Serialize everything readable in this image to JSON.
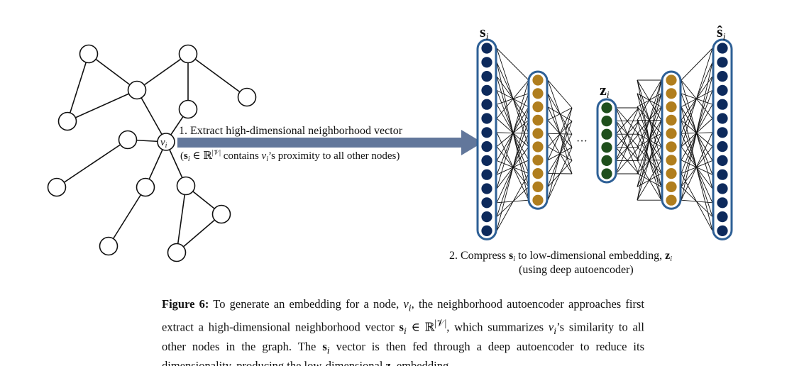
{
  "graph": {
    "center_node_label": "v",
    "center_node_sub": "i"
  },
  "arrow": {
    "step1_text": "1. Extract high-dimensional neighborhood vector",
    "step1_sub_open": "(",
    "step1_sub_s": "s",
    "step1_sub_i": "i",
    "step1_sub_in": " ∈ ℝ",
    "step1_sub_V": "|𝒱|",
    "step1_sub_contains": " contains ",
    "step1_sub_v": "v",
    "step1_sub_vi": "i",
    "step1_sub_rest": "’s proximity to all other nodes)"
  },
  "autoencoder": {
    "input_label": "s",
    "input_sub": "i",
    "code_label": "z",
    "code_sub": "i",
    "output_label": "ŝ",
    "output_sub": "i",
    "ellipsis": "···",
    "step2_line1_a": "2. Compress ",
    "step2_line1_s": "s",
    "step2_line1_i": "i",
    "step2_line1_b": " to low-dimensional embedding, ",
    "step2_line1_z": "z",
    "step2_line1_zi": "i",
    "step2_line2": "(using deep autoencoder)",
    "colors": {
      "outer_layer": "#0d2a5c",
      "hidden_layer": "#b07e1e",
      "code_layer": "#1f4f1c",
      "layer_border": "#2e6096",
      "arrow": "#62779b"
    }
  },
  "caption": {
    "figure_label": "Figure 6:",
    "text_1": " To generate an embedding for a node, ",
    "v": "v",
    "vi": "i",
    "text_2": ", the neighborhood autoencoder approaches first extract a high-dimensional neighborhood vector ",
    "s": "s",
    "si": "i",
    "text_3": " ∈ ℝ",
    "V": "|𝒱|",
    "text_4": ", which summarizes ",
    "v2": "v",
    "v2i": "i",
    "text_5": "’s similarity to all other nodes in the graph. The ",
    "s2": "s",
    "s2i": "i",
    "text_6": " vector is then fed through a deep autoencoder to reduce its dimensionality, producing the low-dimensional ",
    "z": "z",
    "zi": "i",
    "text_7": " embedding."
  }
}
